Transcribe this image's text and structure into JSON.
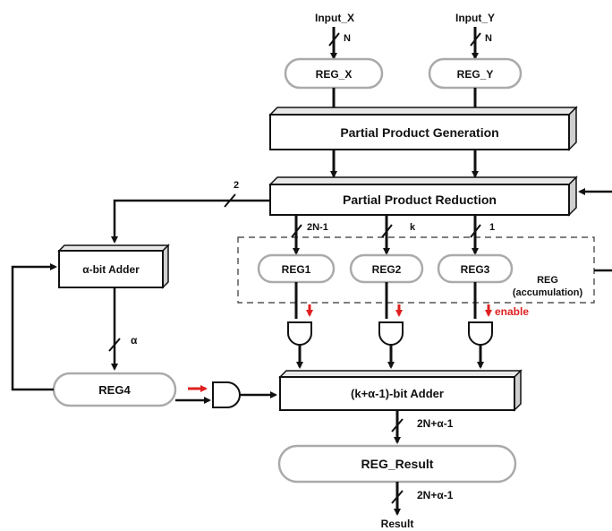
{
  "inputs": {
    "x": "Input_X",
    "y": "Input_Y",
    "width": "N"
  },
  "registers": {
    "reg_x": "REG_X",
    "reg_y": "REG_Y",
    "reg1": "REG1",
    "reg2": "REG2",
    "reg3": "REG3",
    "reg4": "REG4",
    "reg_result": "REG_Result"
  },
  "blocks": {
    "ppg": "Partial Product Generation",
    "ppr": "Partial Product Reduction",
    "alpha_adder": "α-bit Adder",
    "final_adder": "(k+α-1)-bit Adder"
  },
  "accumulation": {
    "line1": "REG",
    "line2": "(accumulation)",
    "enable": "enable"
  },
  "bus_labels": {
    "ppr_to_alpha": "2",
    "to_reg1": "2N-1",
    "to_reg2": "k",
    "to_reg3": "1",
    "alpha": "α",
    "adder_out": "2N+α-1",
    "result_out": "2N+α-1"
  },
  "output": {
    "result": "Result"
  }
}
